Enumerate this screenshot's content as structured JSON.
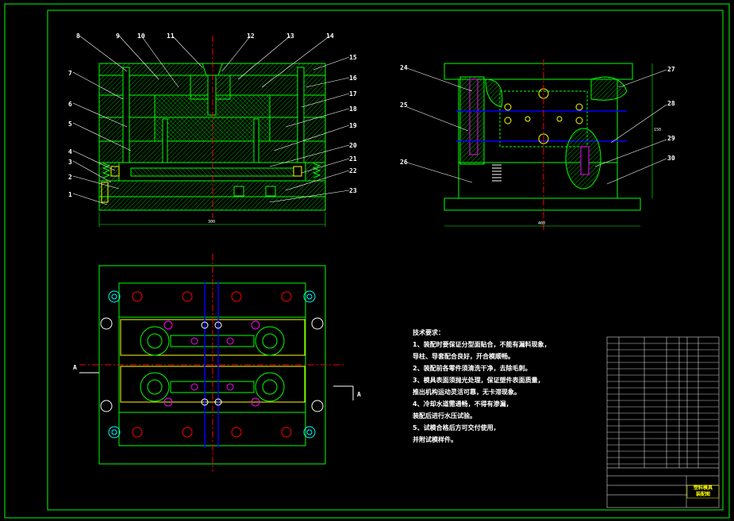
{
  "drawing": {
    "main_section_labels": [
      "1",
      "2",
      "3",
      "4",
      "5",
      "6",
      "7",
      "8",
      "9",
      "10",
      "11",
      "12",
      "13",
      "14",
      "15",
      "16",
      "17",
      "18",
      "19",
      "20",
      "21",
      "22",
      "23"
    ],
    "side_section_labels": [
      "24",
      "25",
      "26",
      "27",
      "28",
      "29",
      "30"
    ],
    "section_markers": [
      "A",
      "A"
    ],
    "dimension_main_width": "300",
    "dimension_side_width": "400",
    "dimension_side_height": "150"
  },
  "notes": {
    "heading": "技术要求：",
    "lines": [
      "1、装配时要保证分型面贴合，不能有漏料现象，",
      "    导柱、导套配合良好，开合模顺畅。",
      "2、装配前各零件须清洗干净，去除毛刺。",
      "3、模具表面须抛光处理，保证塑件表面质量，",
      "    推出机构运动灵活可靠，无卡滞现象。",
      "4、冷却水道需通畅，不得有渗漏，",
      "    装配后进行水压试验。",
      "5、试模合格后方可交付使用，",
      "    并附试模样件。"
    ]
  },
  "title_block": {
    "title_line1": "塑料模具",
    "title_line2": "装配图"
  },
  "colors": {
    "background": "#000000",
    "outline": "#00ff00",
    "hatch": "#00ff00",
    "centerline": "#ff0000",
    "bolts": "#0000ff",
    "text": "#ffffff",
    "highlight": "#ffff00",
    "cooling": "#00ffff",
    "part": "#ff00ff"
  }
}
